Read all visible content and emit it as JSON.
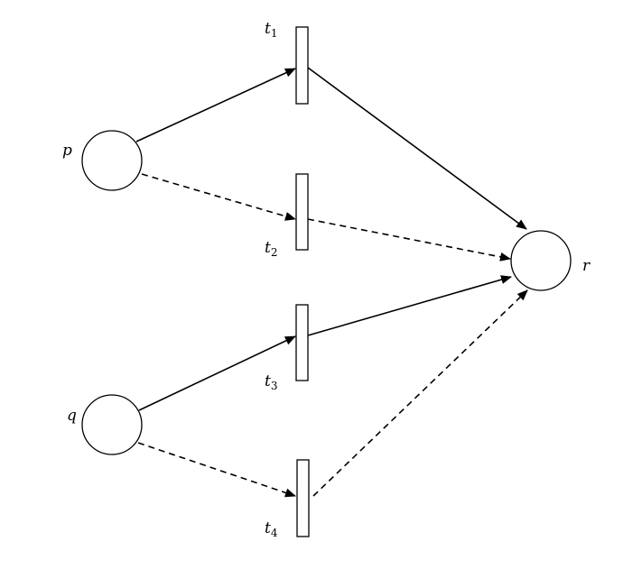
{
  "diagram": {
    "places": [
      {
        "id": "p",
        "label": "p"
      },
      {
        "id": "q",
        "label": "q"
      },
      {
        "id": "r",
        "label": "r"
      }
    ],
    "transitions": [
      {
        "id": "t1",
        "base": "t",
        "sub": "1"
      },
      {
        "id": "t2",
        "base": "t",
        "sub": "2"
      },
      {
        "id": "t3",
        "base": "t",
        "sub": "3"
      },
      {
        "id": "t4",
        "base": "t",
        "sub": "4"
      }
    ],
    "arcs": [
      {
        "from": "p",
        "to": "t1",
        "style": "solid"
      },
      {
        "from": "t1",
        "to": "r",
        "style": "solid"
      },
      {
        "from": "p",
        "to": "t2",
        "style": "dashed"
      },
      {
        "from": "t2",
        "to": "r",
        "style": "dashed"
      },
      {
        "from": "q",
        "to": "t3",
        "style": "solid"
      },
      {
        "from": "t3",
        "to": "r",
        "style": "solid"
      },
      {
        "from": "q",
        "to": "t4",
        "style": "dashed"
      },
      {
        "from": "t4",
        "to": "r",
        "style": "dashed"
      }
    ]
  }
}
